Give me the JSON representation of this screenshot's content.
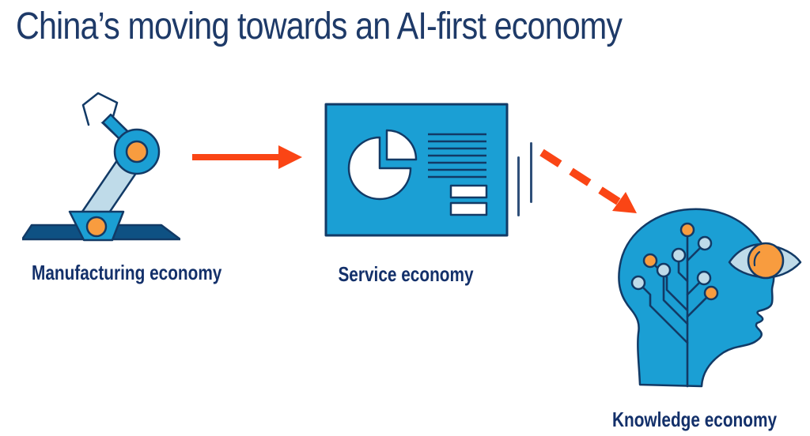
{
  "slide": {
    "title": "China’s moving towards an AI-first economy"
  },
  "stages": [
    {
      "id": "manufacturing",
      "label": "Manufacturing economy",
      "icon": "robot-arm-icon"
    },
    {
      "id": "service",
      "label": "Service economy",
      "icon": "dashboard-pie-chart-icon"
    },
    {
      "id": "knowledge",
      "label": "Knowledge economy",
      "icon": "head-circuit-eye-icon"
    }
  ],
  "arrows": [
    {
      "from": "manufacturing",
      "to": "service",
      "style": "solid",
      "direction": "right"
    },
    {
      "from": "service",
      "to": "knowledge",
      "style": "dashed",
      "direction": "down-right"
    }
  ],
  "colors": {
    "title_navy": "#1e3a68",
    "label_navy": "#13306a",
    "outline_navy": "#123a66",
    "cyan": "#1b9fd4",
    "light_blue": "#bfdbe9",
    "orange": "#f89c3f",
    "arrow_orange": "#fa4515",
    "base_blue": "#0e5183",
    "line_navy": "#2f4f79"
  }
}
